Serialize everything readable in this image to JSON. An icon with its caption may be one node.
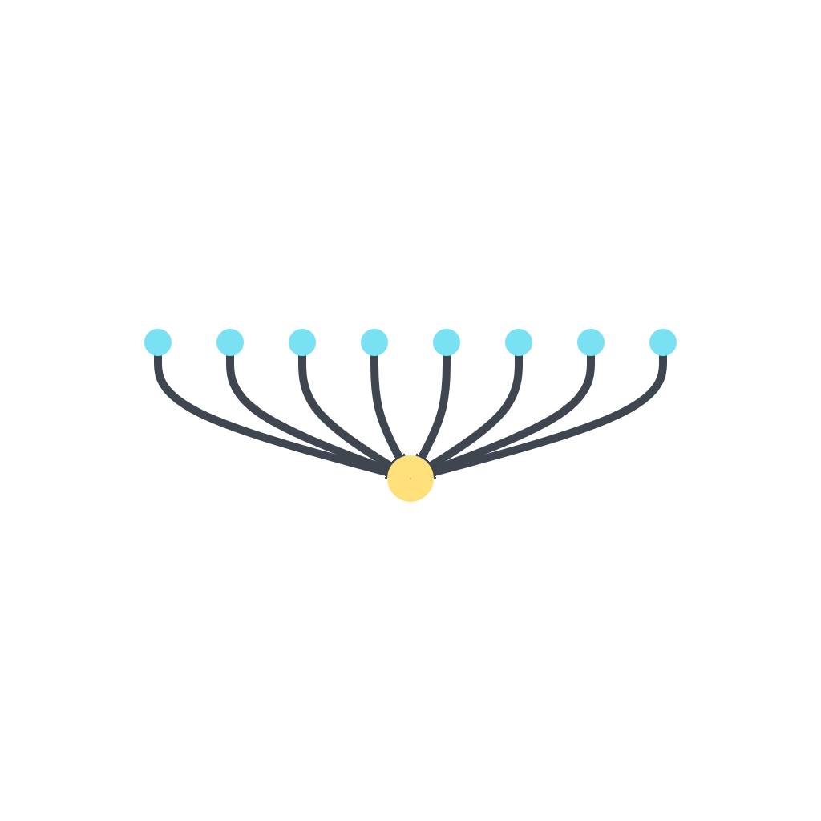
{
  "diagram": {
    "nodes": [
      {
        "text": [],
        "shape": "circle"
      },
      {
        "text": [],
        "shape": "circle"
      },
      {
        "text": [],
        "shape": "circle"
      },
      {
        "text": [],
        "shape": "circle"
      },
      {
        "text": [],
        "shape": "circle"
      },
      {
        "text": [],
        "shape": "circle"
      },
      {
        "text": [],
        "shape": "circle"
      },
      {
        "text": [],
        "shape": "circle"
      },
      {
        "text": [],
        "shape": "circle"
      }
    ],
    "edges": [
      {
        "from": 0,
        "to": 4,
        "arrow": "to"
      },
      {
        "from": 1,
        "to": 4,
        "arrow": "to"
      },
      {
        "from": 2,
        "to": 4,
        "arrow": "to"
      },
      {
        "from": 3,
        "to": 4,
        "arrow": "to"
      },
      {
        "from": 5,
        "to": 4,
        "arrow": "to"
      },
      {
        "from": 6,
        "to": 4,
        "arrow": "to"
      },
      {
        "from": 7,
        "to": 4,
        "arrow": "to"
      },
      {
        "from": 8,
        "to": 4,
        "arrow": "to"
      }
    ]
  }
}
